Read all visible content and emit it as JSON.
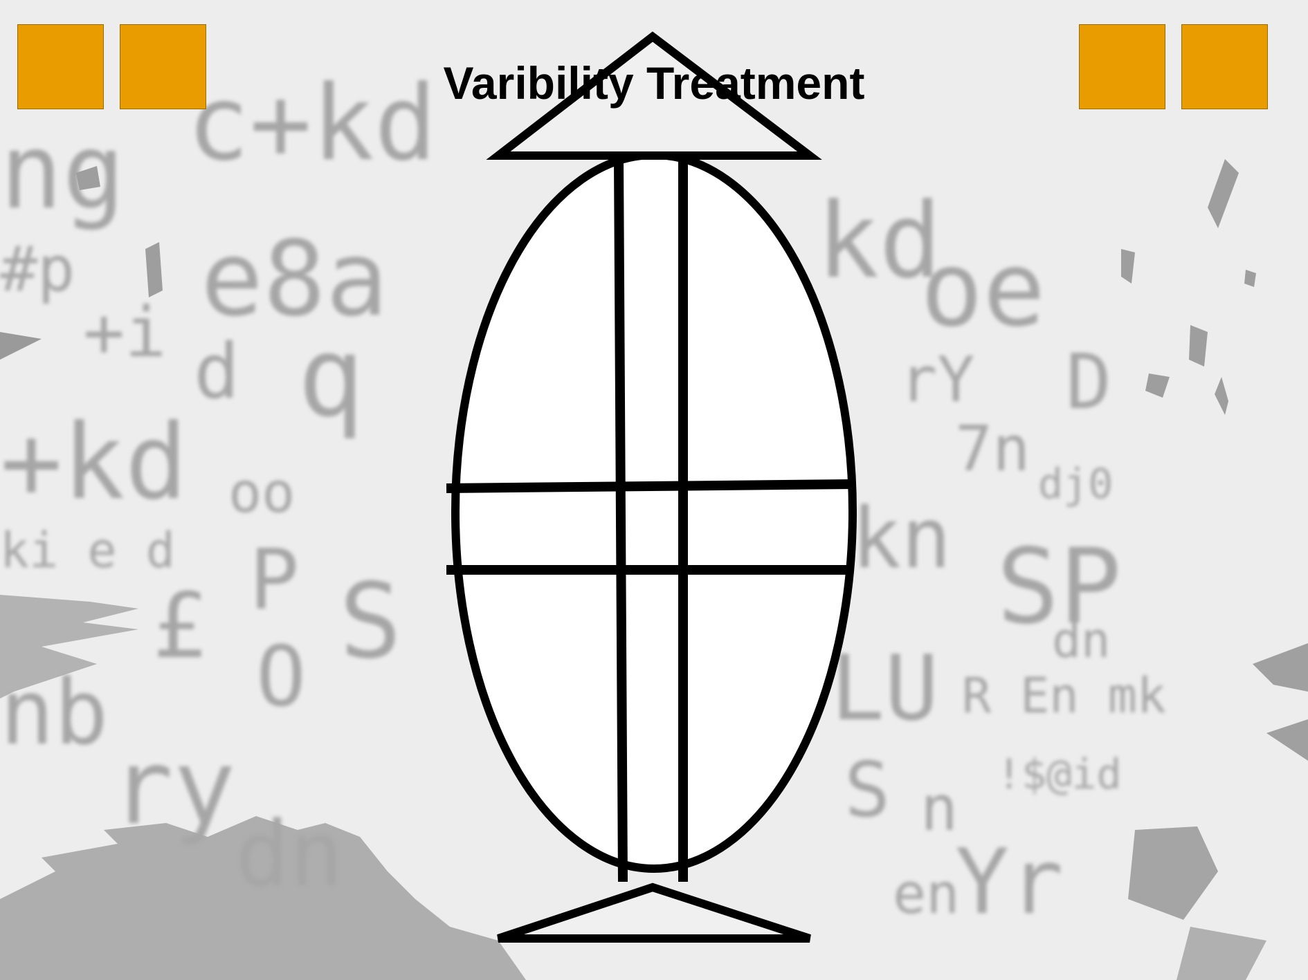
{
  "slide": {
    "title": "Varibility Treatment"
  },
  "colors": {
    "accent": "#e89c00",
    "background": "#ededed",
    "ink": "#000000",
    "texture": "#8f8f8f"
  },
  "decorations": {
    "corner_squares": 4
  },
  "diagram": {
    "shapes": [
      "ellipse",
      "arrow-up",
      "arrow-down",
      "two-vertical-lines",
      "two-horizontal-lines"
    ]
  }
}
